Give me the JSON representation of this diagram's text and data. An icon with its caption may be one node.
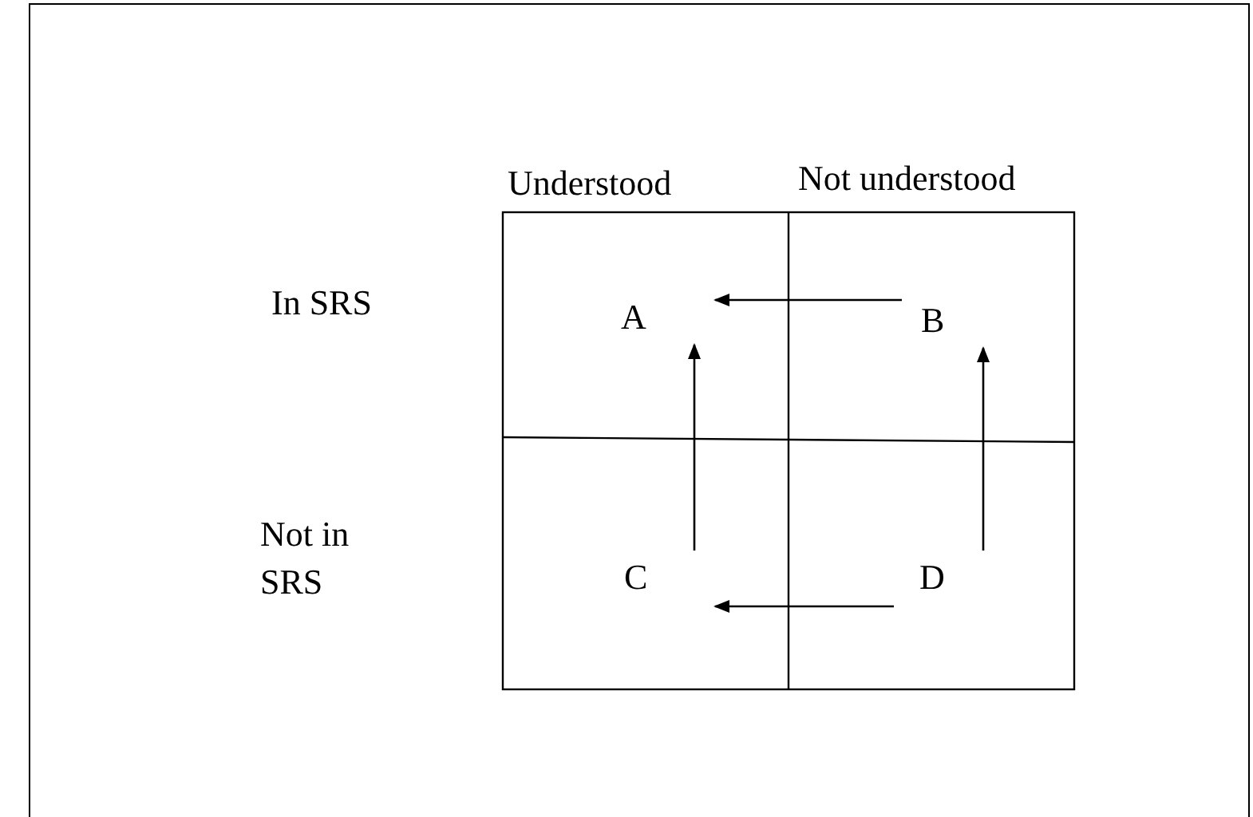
{
  "diagram": {
    "nodes": [
      {
        "text": [
          "A"
        ]
      },
      {
        "text": [
          "B"
        ]
      },
      {
        "text": [
          "C"
        ]
      },
      {
        "text": [
          "D"
        ]
      }
    ],
    "edges": [
      {
        "from": 1,
        "to": 0,
        "arrow": "to"
      },
      {
        "from": 2,
        "to": 0,
        "arrow": "to"
      },
      {
        "from": 3,
        "to": 1,
        "arrow": "to"
      },
      {
        "from": 3,
        "to": 2,
        "arrow": "to"
      }
    ],
    "labels": [
      "Understood",
      "Not understood",
      "In SRS",
      "Not in SRS"
    ]
  }
}
